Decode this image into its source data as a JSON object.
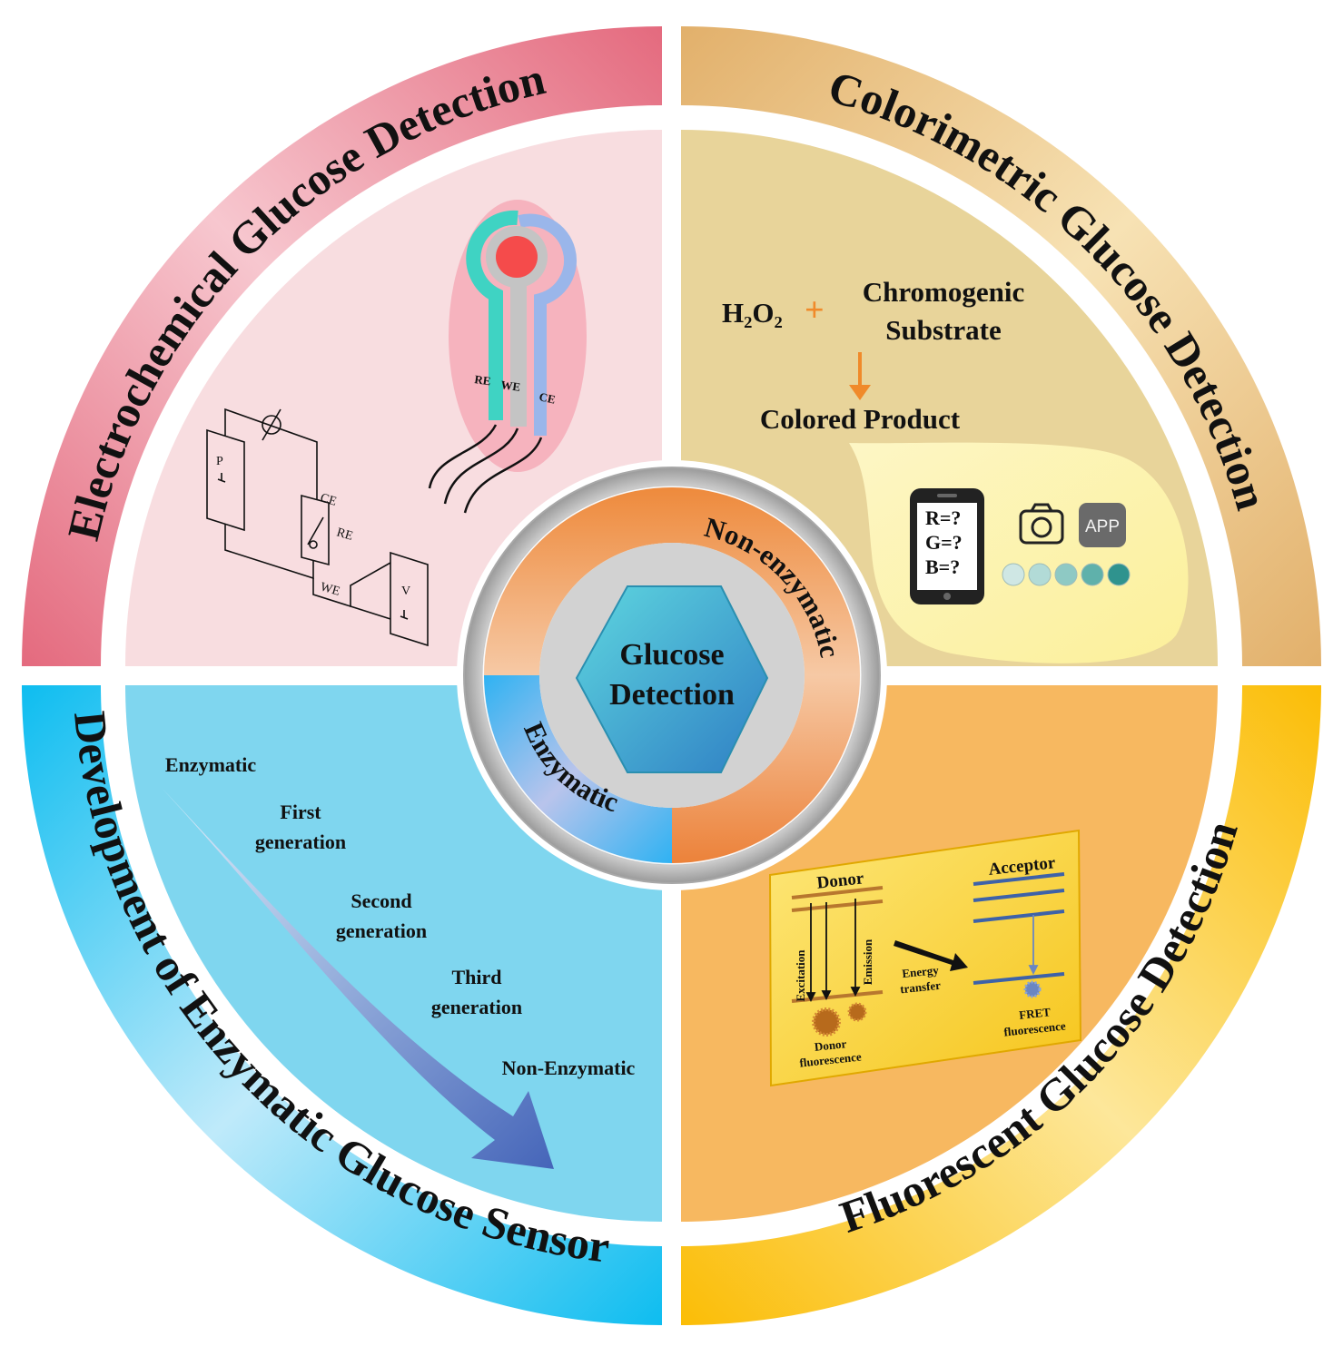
{
  "ring_labels": {
    "top_left": "Electrochemical Glucose Detection",
    "top_right": "Colorimetric Glucose Detection",
    "bottom_right": "Fluorescent Glucose Detection",
    "bottom_left": "Development of Enzymatic Glucose Sensors"
  },
  "center": {
    "line1": "Glucose",
    "line2": "Detection",
    "ring_upper": "Non-enzymatic",
    "ring_lower": "Enzymatic"
  },
  "electrochemical": {
    "electrode_labels": [
      "RE",
      "WE",
      "CE"
    ],
    "circuit_labels": {
      "p": "P",
      "v": "V",
      "ce": "CE",
      "re": "RE",
      "we": "WE"
    }
  },
  "colorimetric": {
    "reactant_1": "H₂O₂",
    "plus": "+",
    "reactant_2_line1": "Chromogenic",
    "reactant_2_line2": "Substrate",
    "product": "Colored Product",
    "phone_lines": [
      "R=?",
      "G=?",
      "B=?"
    ],
    "app_label": "APP",
    "camera_icon": "camera-icon",
    "color_dots": [
      "#cfe7e4",
      "#b2dbd7",
      "#8ec9c4",
      "#5fb1ab",
      "#2f938e"
    ]
  },
  "enzymatic_dev": {
    "stages": [
      {
        "line1": "Enzymatic",
        "line2": ""
      },
      {
        "line1": "First",
        "line2": "generation"
      },
      {
        "line1": "Second",
        "line2": "generation"
      },
      {
        "line1": "Third",
        "line2": "generation"
      },
      {
        "line1": "Non-Enzymatic",
        "line2": ""
      }
    ]
  },
  "fluorescent": {
    "donor": "Donor",
    "acceptor": "Acceptor",
    "excitation": "Excitation",
    "emission": "Emission",
    "energy_line1": "Energy",
    "energy_line2": "transfer",
    "donor_fl_line1": "Donor",
    "donor_fl_line2": "fluorescence",
    "fret_line1": "FRET",
    "fret_line2": "fluorescence"
  },
  "colors": {
    "electrochemical_ring": "#e46d80",
    "electrochemical_fill": "#f8dde0",
    "colorimetric_ring": "#e3b774",
    "colorimetric_fill": "#e8d49a",
    "fluorescent_ring": "#fbbe0f",
    "fluorescent_fill": "#f7b860",
    "enzymatic_ring": "#12c0f0",
    "enzymatic_fill": "#7fd6ef",
    "hexagon": "#3fb3cf"
  }
}
